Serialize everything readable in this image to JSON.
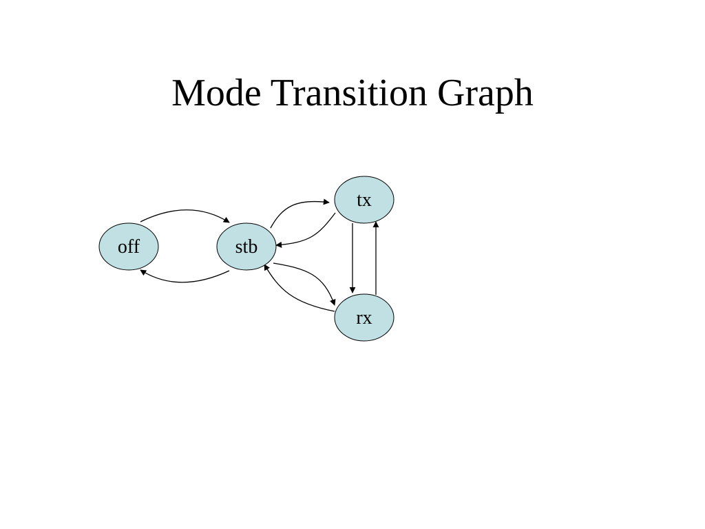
{
  "slide": {
    "title": "Mode Transition Graph"
  },
  "diagram": {
    "node_fill": "#c0e0e4",
    "node_stroke": "#000000",
    "edge_color": "#000000",
    "nodes": [
      {
        "id": "off",
        "label": "off"
      },
      {
        "id": "stb",
        "label": "stb"
      },
      {
        "id": "tx",
        "label": "tx"
      },
      {
        "id": "rx",
        "label": "rx"
      }
    ],
    "edges": [
      {
        "from": "off",
        "to": "stb"
      },
      {
        "from": "stb",
        "to": "off"
      },
      {
        "from": "stb",
        "to": "tx"
      },
      {
        "from": "tx",
        "to": "stb"
      },
      {
        "from": "stb",
        "to": "rx"
      },
      {
        "from": "rx",
        "to": "stb"
      },
      {
        "from": "tx",
        "to": "rx"
      },
      {
        "from": "rx",
        "to": "tx"
      }
    ]
  }
}
